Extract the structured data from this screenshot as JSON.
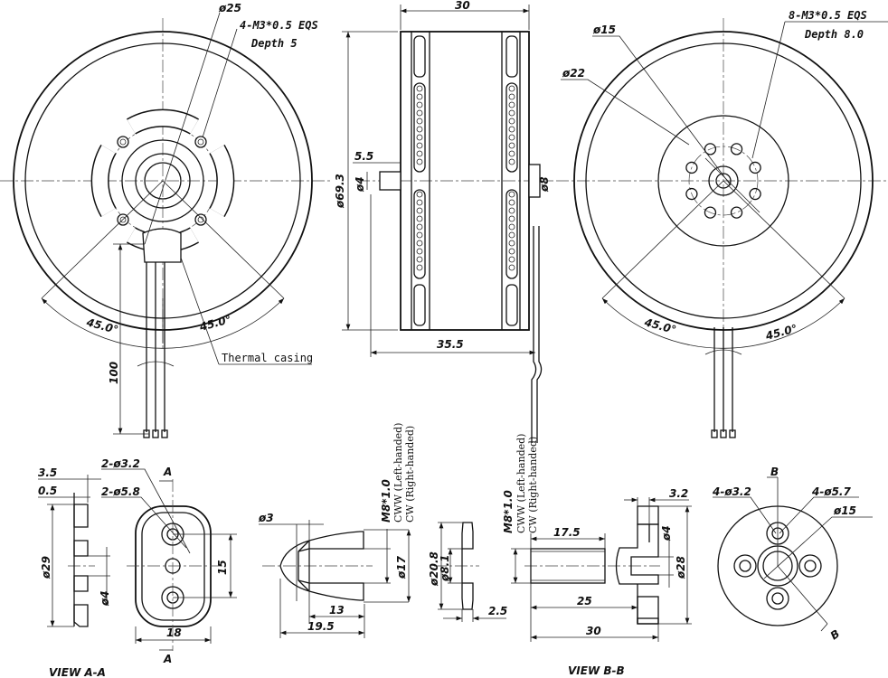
{
  "front_left": {
    "dia_25": "ø25",
    "screw": "4-M3*0.5 EQS",
    "depth": "Depth 5",
    "angle_left": "45.0°",
    "angle_right": "45.0°",
    "wire_length": "100",
    "thermal": "Thermal casing"
  },
  "side": {
    "width": "30",
    "length": "35.5",
    "diameter": "ø69.3",
    "shaft_length": "5.5",
    "shaft_dia": "ø4",
    "shaft_dia_right": "ø8"
  },
  "front_right": {
    "dia_15": "ø15",
    "dia_22": "ø22",
    "screw": "8-M3*0.5 EQS",
    "depth": "Depth 8.0",
    "angle_left": "45.0°",
    "angle_right": "45.0°"
  },
  "view_a": {
    "t35": "3.5",
    "t05": "0.5",
    "holes_small": "2-ø3.2",
    "holes_large": "2-ø5.8",
    "sec_top": "A",
    "sec_bottom": "A",
    "dia_29": "ø29",
    "dia_4": "ø4",
    "pitch": "15",
    "width": "18",
    "title": "VIEW A-A"
  },
  "nut": {
    "dia_3": "ø3",
    "thread": "M8*1.0",
    "ccw": "CWW (Left-handed)",
    "cw": "CW (Right-handed)",
    "dia_17": "ø17",
    "len_13": "13",
    "len_195": "19.5"
  },
  "washer": {
    "dia_208": "ø20.8",
    "dia_81": "ø8.1",
    "thick": "2.5"
  },
  "bolt": {
    "thread": "M8*1.0",
    "ccw": "CWW (Left-handed)",
    "cw": "CW (Right-handed)",
    "len_175": "17.5",
    "flange": "3.2",
    "dia_4": "ø4",
    "dia_28": "ø28",
    "len_25": "25",
    "len_30": "30",
    "title": "VIEW B-B"
  },
  "disc": {
    "sec_top": "B",
    "sec_bottom": "B",
    "holes_small": "4-ø3.2",
    "holes_large": "4-ø5.7",
    "dia_15": "ø15"
  }
}
